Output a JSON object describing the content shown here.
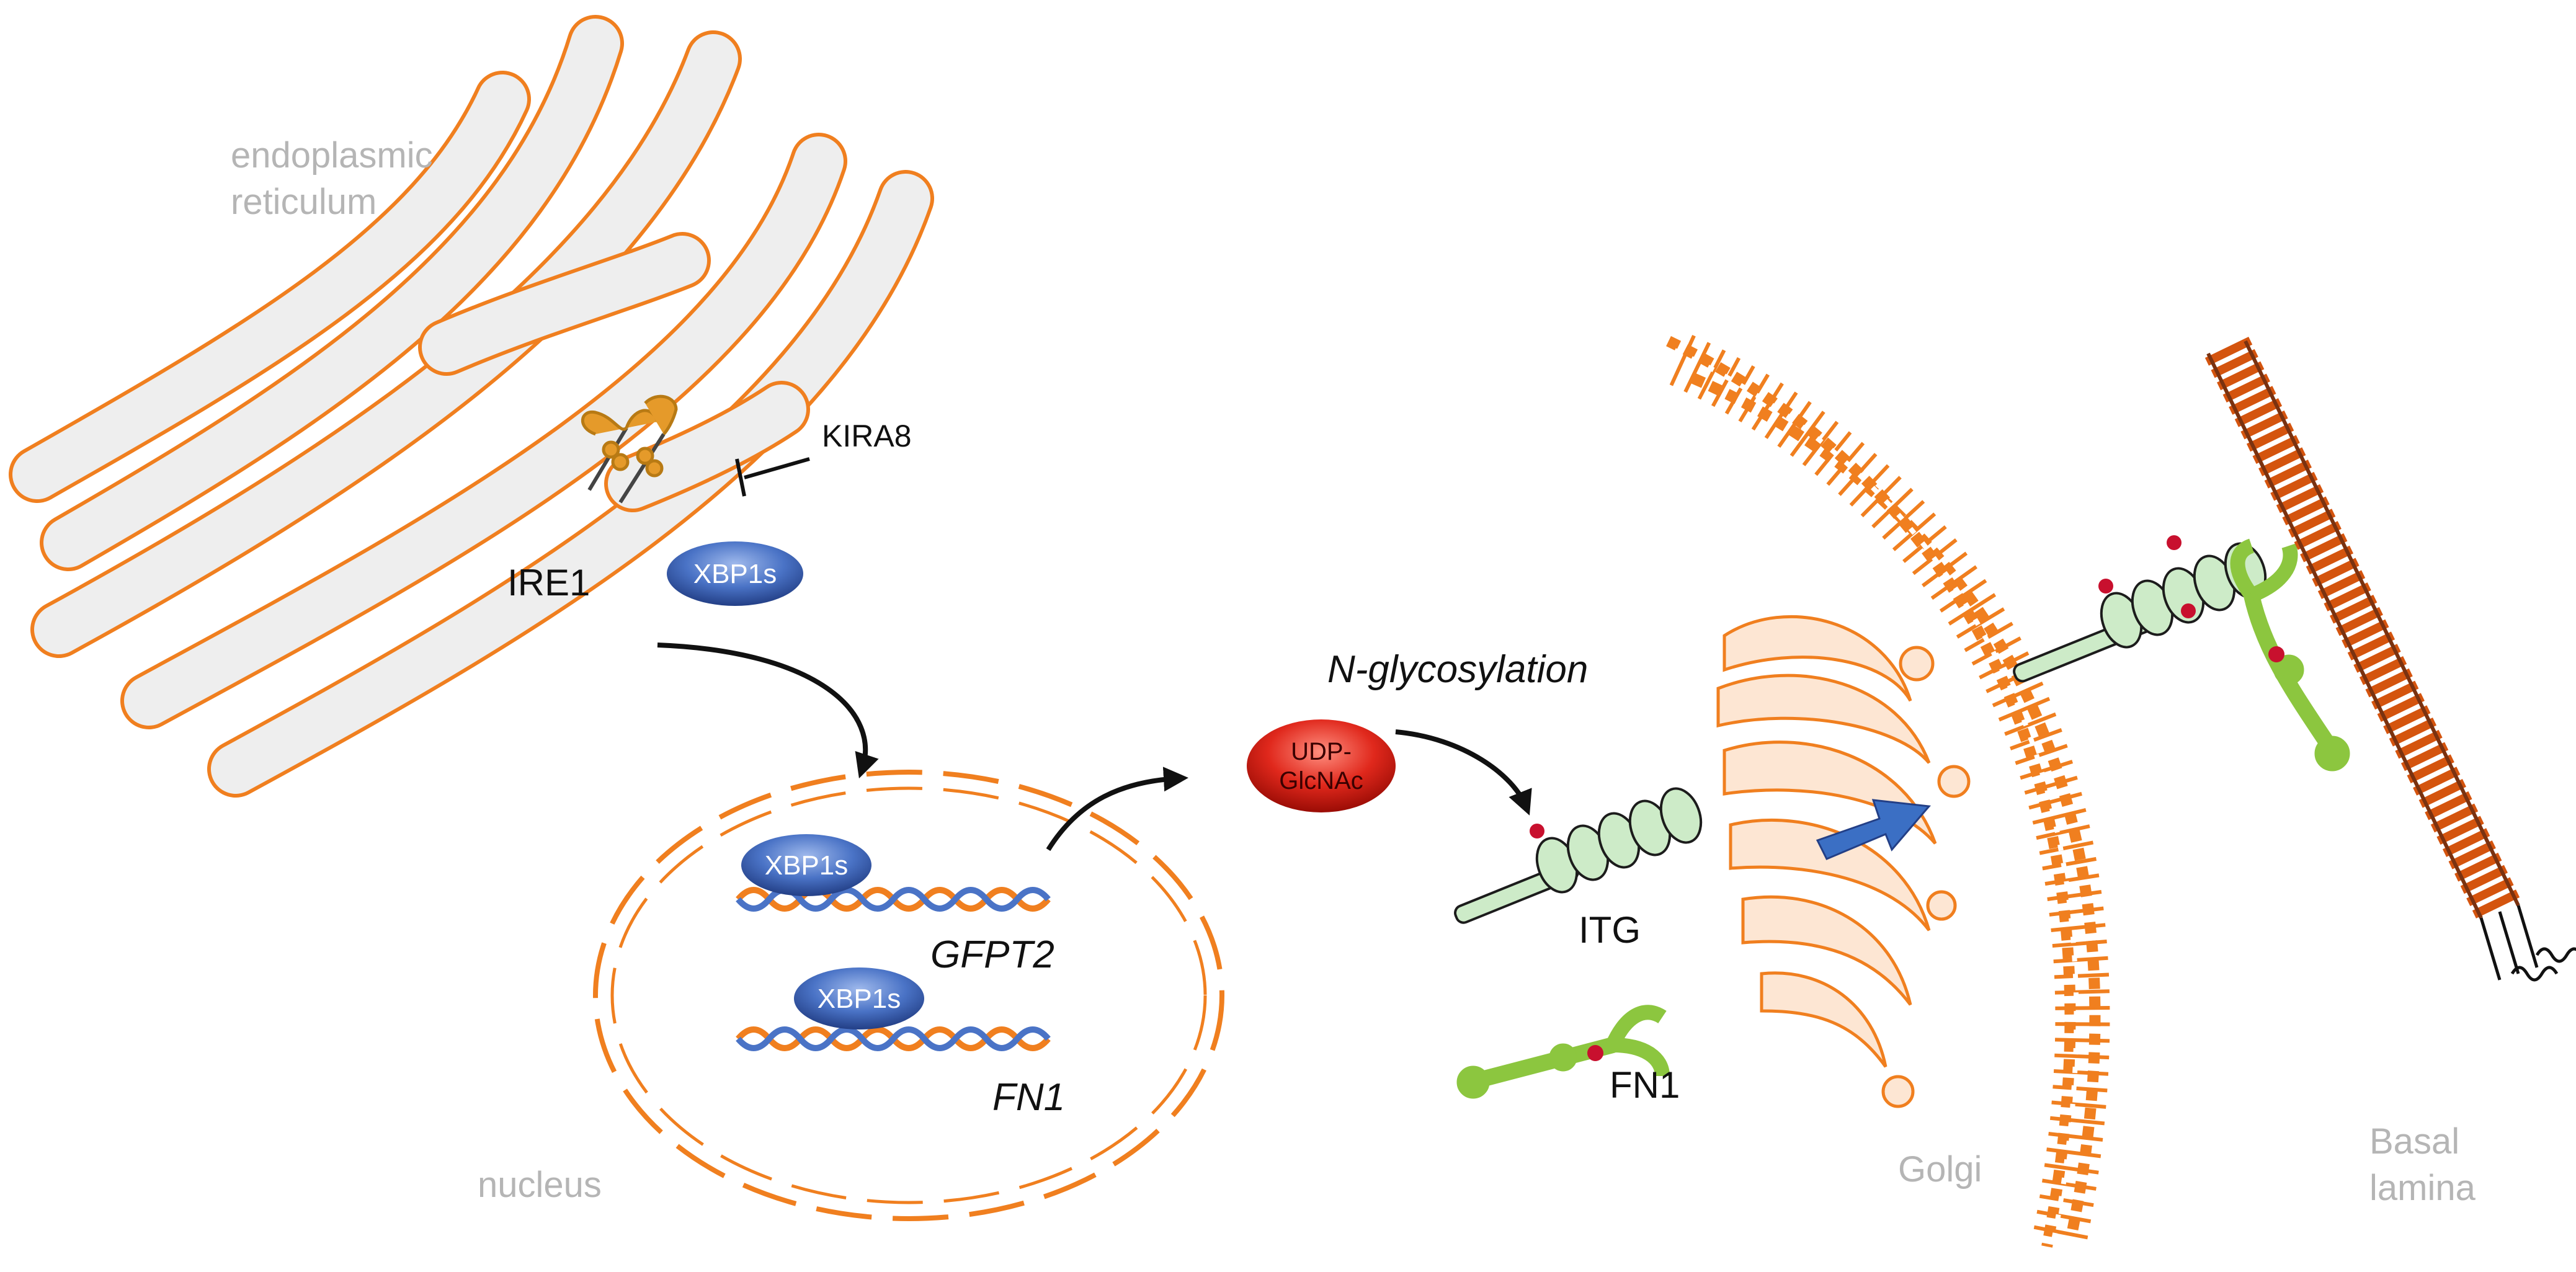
{
  "labels": {
    "er_line1": "endoplasmic",
    "er_line2": "reticulum",
    "ire1": "IRE1",
    "kira8": "KIRA8",
    "xbp1s_cyto": "XBP1s",
    "xbp1s_gfpt2": "XBP1s",
    "xbp1s_fn1": "XBP1s",
    "gfpt2": "GFPT2",
    "fn1_gene": "FN1",
    "nucleus": "nucleus",
    "udp_line1": "UDP-",
    "udp_line2": "GlcNAc",
    "n_glycosylation": "N-glycosylation",
    "itg": "ITG",
    "fn1_protein": "FN1",
    "golgi": "Golgi",
    "basal_line1": "Basal",
    "basal_line2": "lamina"
  },
  "colors": {
    "membrane": "#f07f1f",
    "er_fill": "#eeeeee",
    "xbp1s": "#4a73c6",
    "udp": "#e0281c",
    "integrin": "#cdebc8",
    "fibronectin": "#8cc63f",
    "glycan": "#c8102e",
    "transport_arrow": "#3b6fc4",
    "gray_text": "#b5b5b5"
  }
}
